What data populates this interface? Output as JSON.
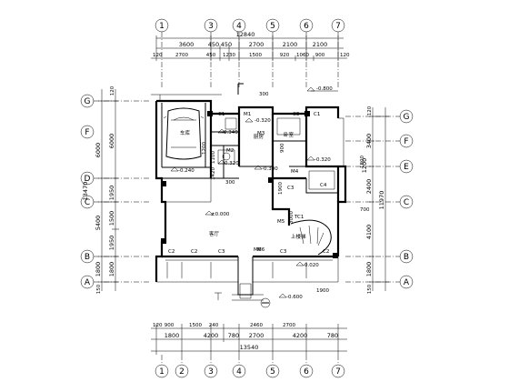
{
  "axes": {
    "top": [
      "1",
      "3",
      "4",
      "5",
      "6",
      "7"
    ],
    "bottom": [
      "1",
      "2",
      "3",
      "4",
      "5",
      "6",
      "7"
    ],
    "left": [
      "G",
      "F",
      "D",
      "C",
      "B",
      "A"
    ],
    "right": [
      "G",
      "F",
      "E",
      "C",
      "B",
      "A"
    ]
  },
  "dims": {
    "top_total": "12840",
    "top_row1": [
      "3600",
      "450",
      "450",
      "2700",
      "2100",
      "2100"
    ],
    "top_row2": [
      "120",
      "2700",
      "450",
      "1230",
      "1500",
      "920",
      "1060",
      "900",
      "120"
    ],
    "bottom_row1": [
      "120",
      "900",
      "1500",
      "240",
      "2460",
      "2700"
    ],
    "bottom_row2": [
      "1800",
      "4200",
      "780",
      "2700",
      "4200",
      "780"
    ],
    "bottom_total": "13540",
    "left_outer": [
      "6000",
      "5400",
      "1800",
      "150"
    ],
    "left_inner": [
      "120",
      "6000",
      "1950",
      "1500",
      "1950",
      "1800"
    ],
    "left_total": "13470",
    "right_inner": [
      "120",
      "3400",
      "1200",
      "2400",
      "4100",
      "1800",
      "150"
    ],
    "right_total": "11970"
  },
  "levels": [
    "-0.800",
    "-0.320",
    "-0.340",
    "-0.320",
    "-0.240",
    "-0.320",
    "-0.300",
    "±0.000",
    "-0.020",
    "-0.600"
  ],
  "rooms": {
    "garage": "车库",
    "living": "客厅",
    "bedroom": "卧室",
    "kitchen": "厨房",
    "stair": "上楼梯",
    "entry": "M6"
  },
  "tags": [
    "C1",
    "C1",
    "C2",
    "C3",
    "C3",
    "C3",
    "M1",
    "M2",
    "M3",
    "M4",
    "M5",
    "M6",
    "TC1",
    "C2",
    "C2",
    "C3",
    "C4"
  ],
  "notes": [
    "300",
    "1100",
    "1200",
    "1420",
    "900",
    "1800",
    "1900",
    "3000",
    "700",
    "300",
    "1900"
  ]
}
